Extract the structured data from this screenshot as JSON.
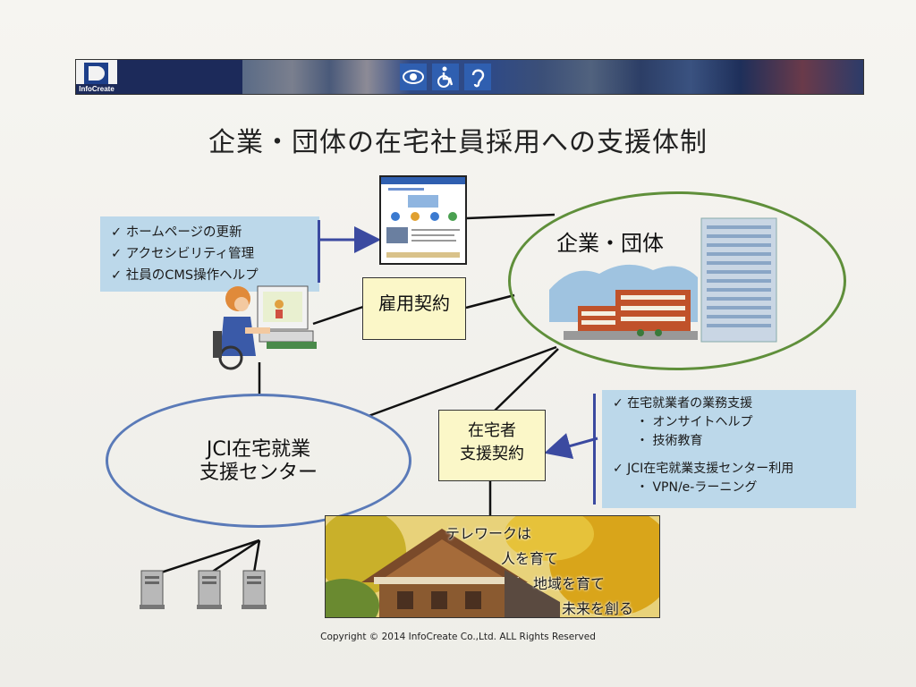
{
  "banner": {
    "logo_text": "InfoCreate",
    "icons": [
      "eye-icon",
      "wheelchair-icon",
      "ear-icon"
    ]
  },
  "title": "企業・団体の在宅社員採用への支援体制",
  "tasks": [
    "✓ ホームページの更新",
    "✓ アクセシビリティ管理",
    "✓ 社員のCMS操作ヘルプ"
  ],
  "corporation": {
    "label": "企業・団体"
  },
  "employment_contract": "雇用契約",
  "home_contract": {
    "line1": "在宅者",
    "line2": "支援契約"
  },
  "jci_center": {
    "line1": "JCI在宅就業",
    "line2": "支援センター"
  },
  "support": {
    "heading1": "✓ 在宅就業者の業務支援",
    "item1": "・ オンサイトヘルプ",
    "item2": "・ 技術教育",
    "heading2": "✓ JCI在宅就業支援センター利用",
    "item3": "・ VPN/e-ラーニング"
  },
  "slogan": {
    "line1": "テレワークは",
    "line2": "人を育て",
    "line3": "地域を育て",
    "line4": "未来を創る"
  },
  "copyright": "Copyright © 2014 InfoCreate Co.,Ltd. ALL Rights Reserved",
  "colors": {
    "banner": "#1c2a5a",
    "green_ellipse": "#5f8f3a",
    "blue_ellipse": "#5a7ab8",
    "info_box": "#bcd8ea",
    "contract_doc": "#fbf7c8",
    "arrow": "#3b4aa0"
  }
}
